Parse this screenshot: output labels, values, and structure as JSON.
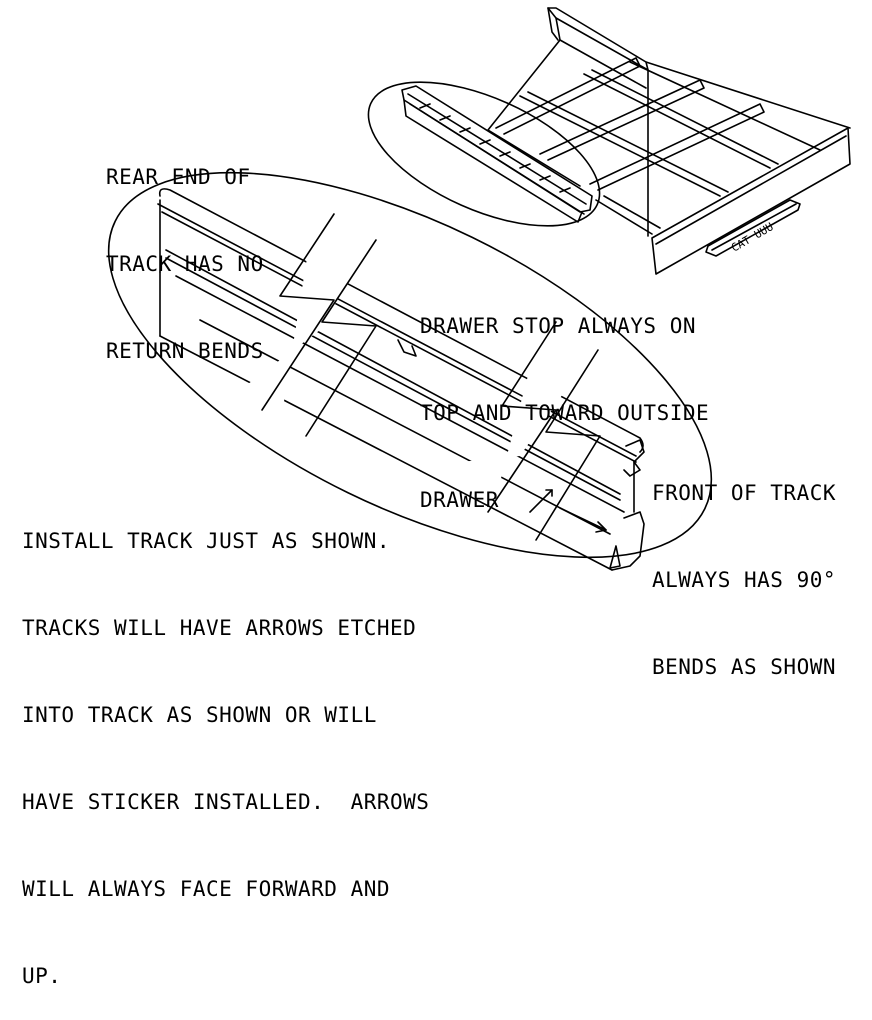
{
  "notes": {
    "rear_end": [
      "REAR END OF",
      "TRACK HAS NO",
      "RETURN BENDS"
    ],
    "drawer_stop": [
      "DRAWER STOP ALWAYS ON",
      "TOP AND TOWARD OUTSIDE",
      "DRAWER"
    ],
    "front_of_track": [
      "FRONT OF TRACK",
      "ALWAYS HAS 90°",
      "BENDS AS SHOWN"
    ],
    "install": [
      "INSTALL TRACK JUST AS SHOWN.",
      "TRACKS WILL HAVE ARROWS ETCHED",
      "INTO TRACK AS SHOWN OR WILL",
      "HAVE STICKER INSTALLED.  ARROWS",
      "WILL ALWAYS FACE FORWARD AND",
      "UP."
    ]
  },
  "drawer_front_marking": "CAT UUU",
  "colors": {
    "line": "#000000",
    "background": "#ffffff"
  }
}
